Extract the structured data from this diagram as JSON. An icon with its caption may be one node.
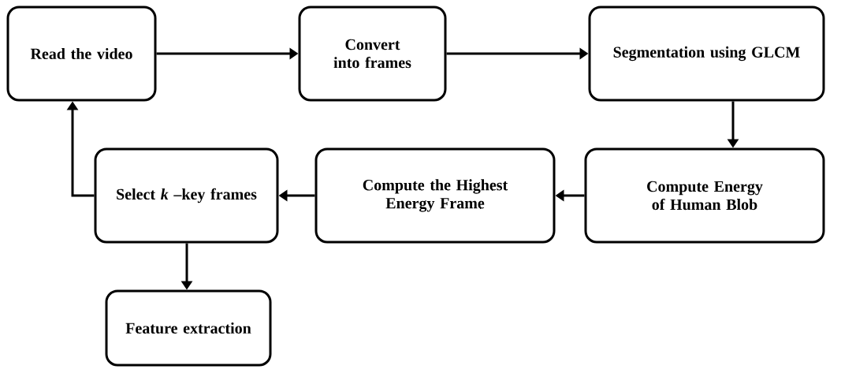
{
  "diagram": {
    "nodes": [
      {
        "text": [
          "Read the video"
        ]
      },
      {
        "text": [
          "Convert into frames"
        ]
      },
      {
        "text": [
          "Segmentation using GLCM"
        ]
      },
      {
        "text": [
          "Select *k* –key frames"
        ]
      },
      {
        "text": [
          "Compute the Highest Energy Frame"
        ]
      },
      {
        "text": [
          "Compute Energy of Human Blob"
        ]
      },
      {
        "text": [
          "Feature extraction"
        ]
      }
    ],
    "edges": [
      {
        "from": 0,
        "to": 1,
        "arrow": "to"
      },
      {
        "from": 1,
        "to": 2,
        "arrow": "to"
      },
      {
        "from": 2,
        "to": 5,
        "arrow": "to"
      },
      {
        "from": 5,
        "to": 4,
        "arrow": "to"
      },
      {
        "from": 4,
        "to": 3,
        "arrow": "to"
      },
      {
        "from": 3,
        "to": 0,
        "arrow": "to"
      },
      {
        "from": 3,
        "to": 6,
        "arrow": "to"
      }
    ]
  }
}
